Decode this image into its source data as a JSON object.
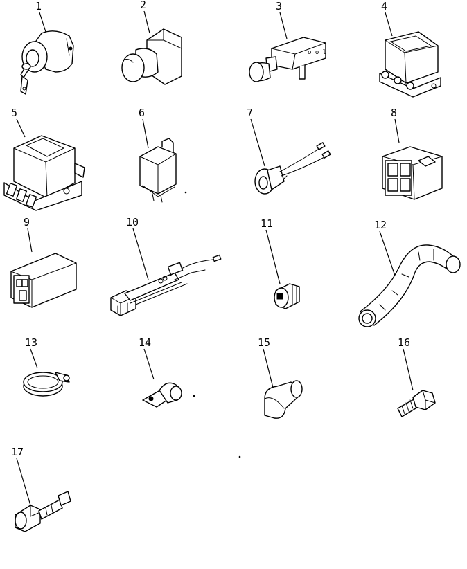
{
  "parts": [
    {
      "callout": "1",
      "icon": "ignition-key-switch-icon"
    },
    {
      "callout": "2",
      "icon": "push-button-switch-icon"
    },
    {
      "callout": "3",
      "icon": "pull-switch-icon"
    },
    {
      "callout": "4",
      "icon": "relay-box-icon"
    },
    {
      "callout": "5",
      "icon": "regulator-icon"
    },
    {
      "callout": "6",
      "icon": "relay-icon"
    },
    {
      "callout": "7",
      "icon": "lamp-socket-icon"
    },
    {
      "callout": "8",
      "icon": "connector-4pin-icon"
    },
    {
      "callout": "9",
      "icon": "connector-2pin-icon"
    },
    {
      "callout": "10",
      "icon": "wiring-harness-icon"
    },
    {
      "callout": "11",
      "icon": "sender-plug-icon"
    },
    {
      "callout": "12",
      "icon": "hose-icon"
    },
    {
      "callout": "13",
      "icon": "hose-clamp-icon"
    },
    {
      "callout": "14",
      "icon": "wire-clip-icon"
    },
    {
      "callout": "15",
      "icon": "rubber-cap-icon"
    },
    {
      "callout": "16",
      "icon": "bolt-icon"
    },
    {
      "callout": "17",
      "icon": "pressure-switch-icon"
    }
  ]
}
